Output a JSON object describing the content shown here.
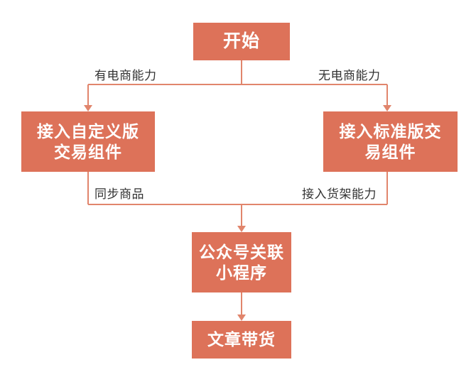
{
  "diagram": {
    "title_text": "开始",
    "palette": {
      "node_fill": "#DD7259",
      "node_text": "#FFFFFF",
      "edge_line": "#E1856C",
      "edge_label_text": "#333333",
      "background": "#FFFFFF"
    },
    "nodes": [
      {
        "id": "start",
        "label": "开始",
        "lines": [
          "开始"
        ]
      },
      {
        "id": "custom",
        "label": "接入自定义版交易组件",
        "lines": [
          "接入自定义版",
          "交易组件"
        ]
      },
      {
        "id": "standard",
        "label": "接入标准版交易组件",
        "lines": [
          "接入标准版交",
          "易组件"
        ]
      },
      {
        "id": "mp",
        "label": "公众号关联小程序",
        "lines": [
          "公众号关联",
          "小程序"
        ]
      },
      {
        "id": "article",
        "label": "文章带货",
        "lines": [
          "文章带货"
        ]
      }
    ],
    "edges": [
      {
        "id": "start-to-custom",
        "from": "start",
        "to": "custom",
        "label": "有电商能力"
      },
      {
        "id": "start-to-standard",
        "from": "start",
        "to": "standard",
        "label": "无电商能力"
      },
      {
        "id": "custom-to-mp",
        "from": "custom",
        "to": "mp",
        "label": "同步商品"
      },
      {
        "id": "standard-to-mp",
        "from": "standard",
        "to": "mp",
        "label": "接入货架能力"
      },
      {
        "id": "mp-to-article",
        "from": "mp",
        "to": "article",
        "label": ""
      }
    ]
  }
}
